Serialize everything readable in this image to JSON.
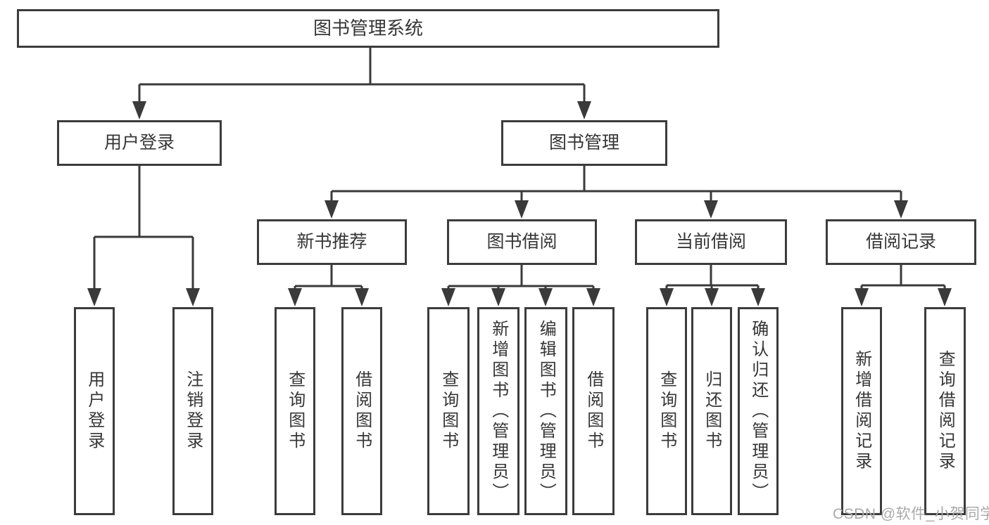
{
  "diagram": {
    "title": "图书管理系统",
    "watermark": "CSDN @软件_小贺同学",
    "colors": {
      "line": "#3a3a3a",
      "box_border": "#3c3c3c",
      "text": "#363636",
      "background": "#ffffff",
      "watermark": "#a9a9a9"
    },
    "nodes": {
      "root": "图书管理系统",
      "user_login": "用户登录",
      "book_mgmt": "图书管理",
      "new_book_rec": "新书推荐",
      "book_borrow": "图书借阅",
      "current_borrow": "当前借阅",
      "borrow_records": "借阅记录",
      "leaf_user_login": "用户登录",
      "leaf_logout": "注销登录",
      "leaf_rec_query": "查询图书",
      "leaf_rec_borrow": "借阅图书",
      "leaf_bb_query": "查询图书",
      "leaf_bb_add": "新增图书（管理员）",
      "leaf_bb_edit": "编辑图书（管理员）",
      "leaf_bb_borrow": "借阅图书",
      "leaf_cb_query": "查询图书",
      "leaf_cb_return": "归还图书",
      "leaf_cb_confirm": "确认归还（管理员）",
      "leaf_br_add": "新增借阅记录",
      "leaf_br_query": "查询借阅记录"
    }
  }
}
